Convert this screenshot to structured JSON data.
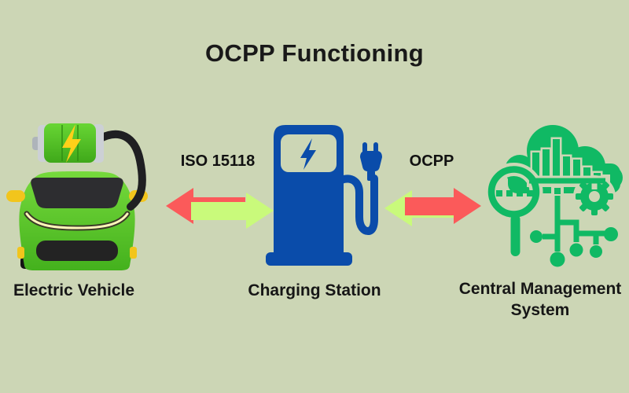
{
  "title": "OCPP Functioning",
  "diagram": {
    "nodes": [
      {
        "id": "electric-vehicle",
        "label": "Electric Vehicle",
        "icon": "ev-car-with-battery-icon"
      },
      {
        "id": "charging-station",
        "label": "Charging Station",
        "icon": "ev-charging-pump-icon"
      },
      {
        "id": "central-management-system",
        "label": "Central Management System",
        "icon": "cloud-analytics-icon"
      }
    ],
    "links": [
      {
        "from": "electric-vehicle",
        "to": "charging-station",
        "label": "ISO 15118",
        "direction": "bidirectional"
      },
      {
        "from": "charging-station",
        "to": "central-management-system",
        "label": "OCPP",
        "direction": "bidirectional"
      }
    ]
  },
  "colors": {
    "background": "#ccd6b5",
    "text": "#1b1b1b",
    "arrow_red": "#fb5a5a",
    "arrow_green": "#c9fa7b",
    "station_blue": "#0a4caa",
    "cms_green": "#10b964",
    "car_green": "#55c727",
    "battery_bolt_yellow": "#ffd019"
  }
}
